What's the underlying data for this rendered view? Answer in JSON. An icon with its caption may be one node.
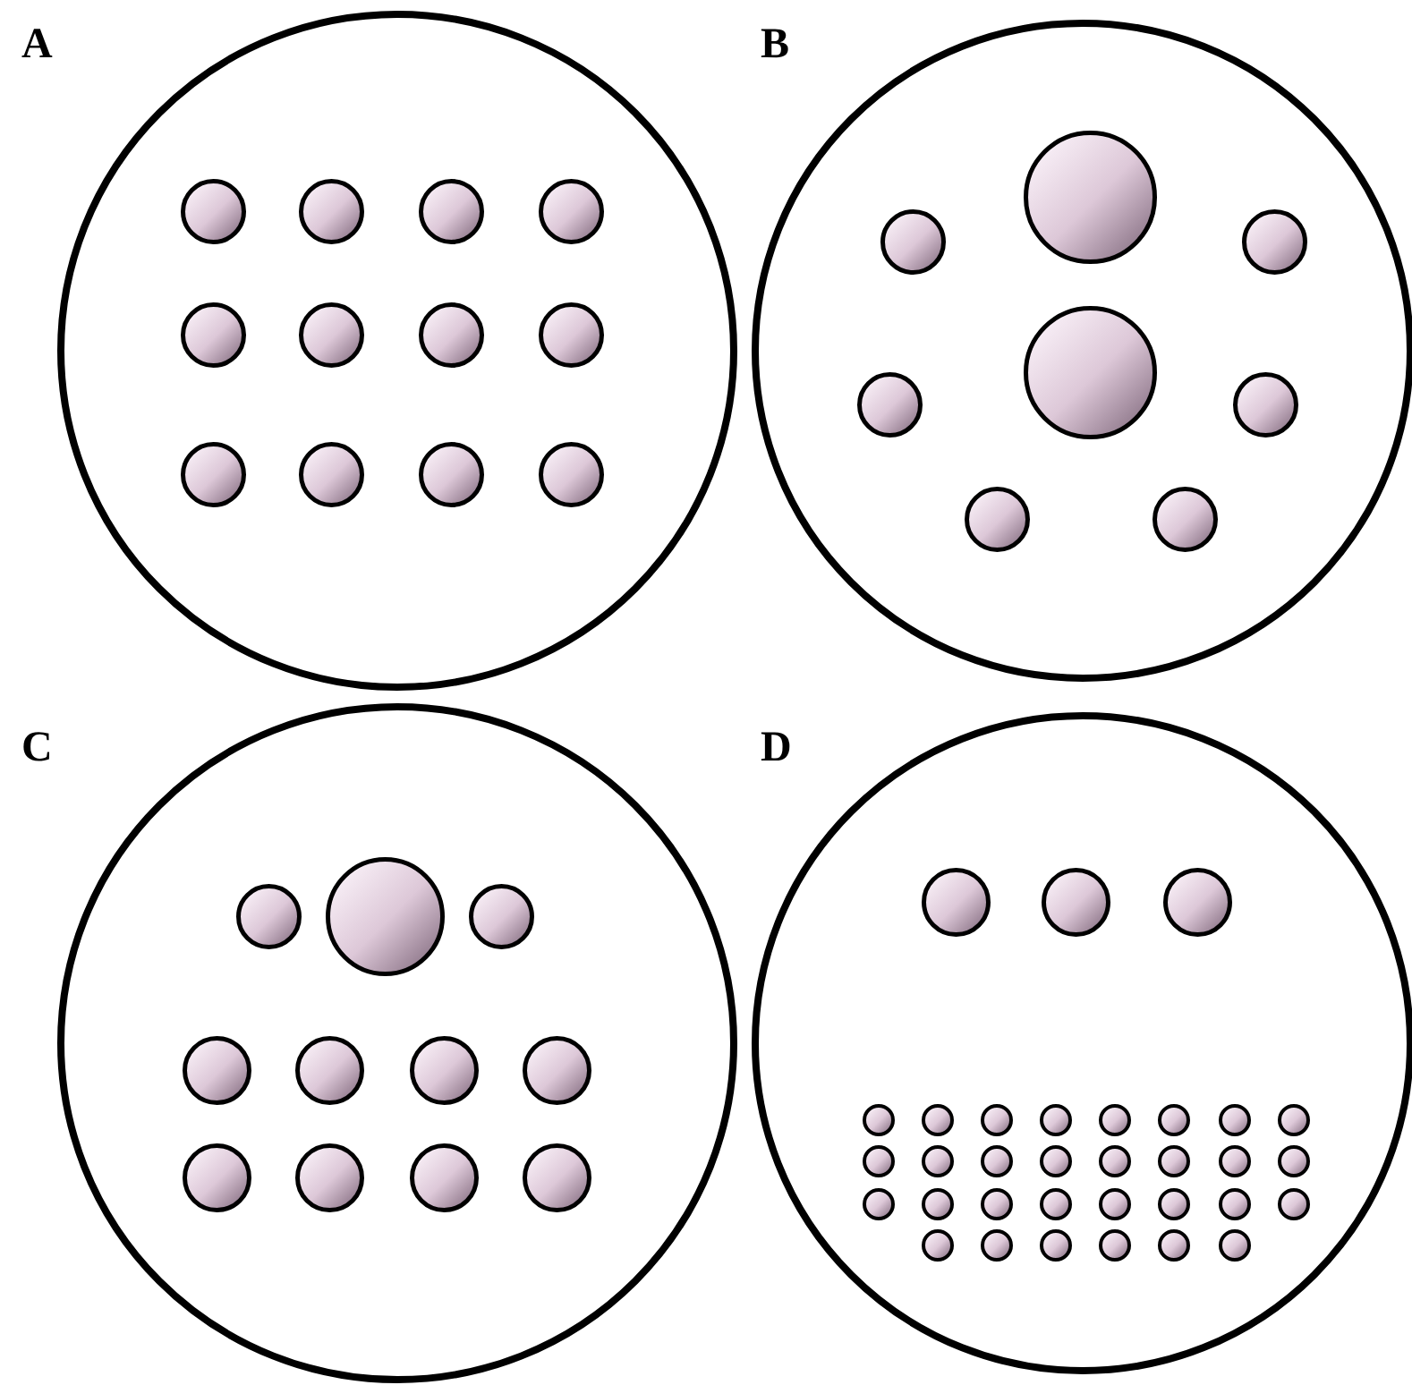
{
  "diagram": {
    "nodes": [
      {
        "text": [
          "A"
        ]
      },
      {
        "text": [
          "B"
        ]
      },
      {
        "text": [
          "C"
        ]
      },
      {
        "text": [
          "D"
        ]
      },
      {
        "text": [],
        "shape": "circle",
        "in": 0
      },
      {
        "text": [],
        "shape": "circle",
        "in": 0
      },
      {
        "text": [],
        "shape": "circle",
        "in": 0
      },
      {
        "text": [],
        "shape": "circle",
        "in": 0
      },
      {
        "text": [],
        "shape": "circle",
        "in": 0
      },
      {
        "text": [],
        "shape": "circle",
        "in": 0
      },
      {
        "text": [],
        "shape": "circle",
        "in": 0
      },
      {
        "text": [],
        "shape": "circle",
        "in": 0
      },
      {
        "text": [],
        "shape": "circle",
        "in": 0
      },
      {
        "text": [],
        "shape": "circle",
        "in": 0
      },
      {
        "text": [],
        "shape": "circle",
        "in": 0
      },
      {
        "text": [],
        "shape": "circle",
        "in": 0
      },
      {
        "text": [],
        "shape": "circle",
        "in": 1
      },
      {
        "text": [],
        "shape": "circle",
        "in": 1
      },
      {
        "text": [],
        "shape": "circle",
        "in": 1
      },
      {
        "text": [],
        "shape": "circle",
        "in": 1
      },
      {
        "text": [],
        "shape": "circle",
        "in": 1
      },
      {
        "text": [],
        "shape": "circle",
        "in": 1
      },
      {
        "text": [],
        "shape": "circle",
        "in": 1
      },
      {
        "text": [],
        "shape": "circle",
        "in": 1
      },
      {
        "text": [],
        "shape": "circle",
        "in": 2
      },
      {
        "text": [],
        "shape": "circle",
        "in": 2
      },
      {
        "text": [],
        "shape": "circle",
        "in": 2
      },
      {
        "text": [],
        "shape": "circle",
        "in": 2
      },
      {
        "text": [],
        "shape": "circle",
        "in": 2
      },
      {
        "text": [],
        "shape": "circle",
        "in": 2
      },
      {
        "text": [],
        "shape": "circle",
        "in": 2
      },
      {
        "text": [],
        "shape": "circle",
        "in": 2
      },
      {
        "text": [],
        "shape": "circle",
        "in": 2
      },
      {
        "text": [],
        "shape": "circle",
        "in": 2
      },
      {
        "text": [],
        "shape": "circle",
        "in": 2
      },
      {
        "text": [],
        "shape": "circle",
        "in": 3
      },
      {
        "text": [],
        "shape": "circle",
        "in": 3
      },
      {
        "text": [],
        "shape": "circle",
        "in": 3
      },
      {
        "text": [],
        "shape": "circle",
        "in": 3
      },
      {
        "text": [],
        "shape": "circle",
        "in": 3
      },
      {
        "text": [],
        "shape": "circle",
        "in": 3
      },
      {
        "text": [],
        "shape": "circle",
        "in": 3
      },
      {
        "text": [],
        "shape": "circle",
        "in": 3
      },
      {
        "text": [],
        "shape": "circle",
        "in": 3
      },
      {
        "text": [],
        "shape": "circle",
        "in": 3
      },
      {
        "text": [],
        "shape": "circle",
        "in": 3
      },
      {
        "text": [],
        "shape": "circle",
        "in": 3
      },
      {
        "text": [],
        "shape": "circle",
        "in": 3
      },
      {
        "text": [],
        "shape": "circle",
        "in": 3
      },
      {
        "text": [],
        "shape": "circle",
        "in": 3
      },
      {
        "text": [],
        "shape": "circle",
        "in": 3
      },
      {
        "text": [],
        "shape": "circle",
        "in": 3
      },
      {
        "text": [],
        "shape": "circle",
        "in": 3
      },
      {
        "text": [],
        "shape": "circle",
        "in": 3
      },
      {
        "text": [],
        "shape": "circle",
        "in": 3
      },
      {
        "text": [],
        "shape": "circle",
        "in": 3
      },
      {
        "text": [],
        "shape": "circle",
        "in": 3
      },
      {
        "text": [],
        "shape": "circle",
        "in": 3
      },
      {
        "text": [],
        "shape": "circle",
        "in": 3
      },
      {
        "text": [],
        "shape": "circle",
        "in": 3
      },
      {
        "text": [],
        "shape": "circle",
        "in": 3
      },
      {
        "text": [],
        "shape": "circle",
        "in": 3
      },
      {
        "text": [],
        "shape": "circle",
        "in": 3
      },
      {
        "text": [],
        "shape": "circle",
        "in": 3
      },
      {
        "text": [],
        "shape": "circle",
        "in": 3
      },
      {
        "text": [],
        "shape": "circle",
        "in": 3
      },
      {
        "text": [],
        "shape": "circle",
        "in": 3
      },
      {
        "text": [],
        "shape": "circle",
        "in": 3
      }
    ],
    "edges": []
  }
}
